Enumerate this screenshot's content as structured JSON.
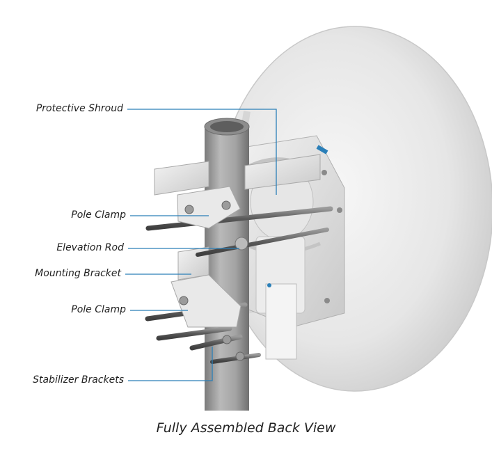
{
  "diagram": {
    "labels": {
      "protective_shroud": "Protective Shroud",
      "pole_clamp_upper": "Pole Clamp",
      "elevation_rod": "Elevation Rod",
      "mounting_bracket": "Mounting Bracket",
      "pole_clamp_lower": "Pole Clamp",
      "stabilizer_brackets": "Stabilizer Brackets"
    },
    "caption": "Fully Assembled Back View"
  },
  "colors": {
    "leader_line": "#2a7fb8",
    "dish": "#e9e9e9",
    "pole": "#9a9a9a",
    "bracket": "#d8d8d8",
    "rod": "#6c6c6c"
  }
}
